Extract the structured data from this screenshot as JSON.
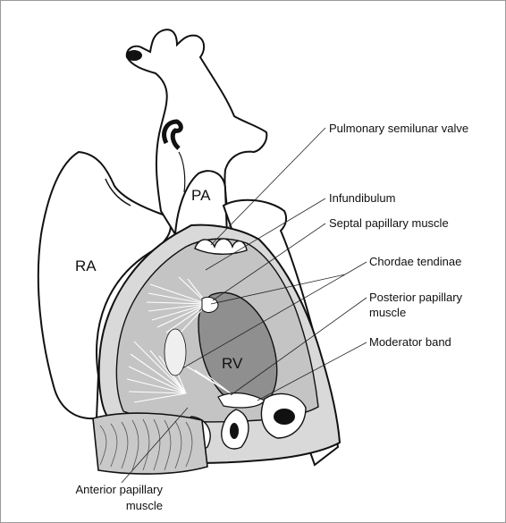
{
  "chambers": {
    "ra": "RA",
    "pa": "PA",
    "rv": "RV"
  },
  "labels": {
    "pulmonary_semilunar_valve": "Pulmonary semilunar valve",
    "infundibulum": "Infundibulum",
    "septal_papillary_muscle": "Septal papillary muscle",
    "chordae_tendinae": "Chordae tendinae",
    "posterior_papillary_muscle_line1": "Posterior papillary",
    "posterior_papillary_muscle_line2": "muscle",
    "moderator_band": "Moderator band",
    "anterior_papillary_muscle_line1": "Anterior papillary",
    "anterior_papillary_muscle_line2": "muscle"
  },
  "colors": {
    "outline": "#111111",
    "cut_surface": "#d9d9d9",
    "cavity": "#c4c4c4",
    "septum": "#8f8f8f",
    "background": "#ffffff"
  }
}
